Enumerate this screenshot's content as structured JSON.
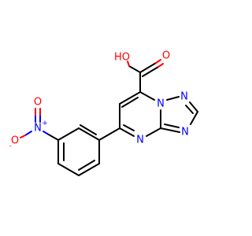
{
  "molecule": {
    "atoms": {
      "hydroxyl": "HO",
      "carbonyl_o": "O",
      "n_bridge": "N",
      "n_triazole_top": "N",
      "n_triazole_right": "N",
      "n_pyrimidine": "N",
      "n_nitro": "N",
      "nitro_o_top": "O",
      "nitro_o_left": "O"
    },
    "charges": {
      "nitro_n": "+",
      "nitro_o": "-"
    },
    "colors": {
      "bond": "#000000",
      "oxygen": "#ff0000",
      "nitrogen": "#0000ff"
    }
  }
}
